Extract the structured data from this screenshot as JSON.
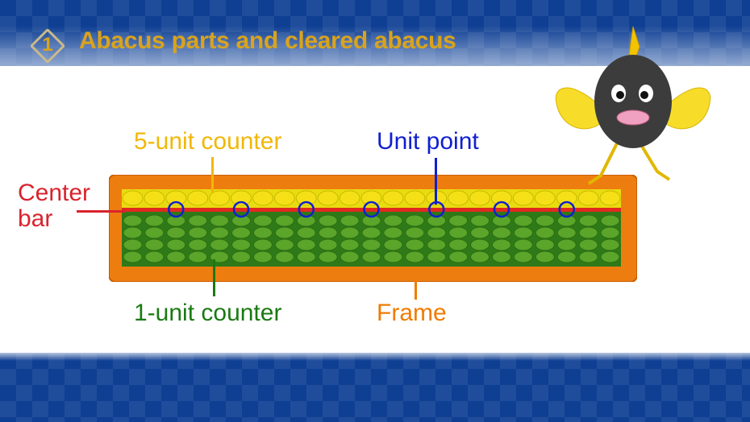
{
  "header": {
    "step_number": "1",
    "title": "Abacus parts and cleared abacus"
  },
  "labels": {
    "five_unit": "5-unit counter",
    "unit_point": "Unit point",
    "center_bar": [
      "Center",
      "bar"
    ],
    "one_unit": "1-unit counter",
    "frame": "Frame"
  },
  "colors": {
    "five_unit": "#f2b705",
    "unit_point": "#1020d0",
    "center_bar": "#d9232d",
    "one_unit": "#1a7a12",
    "frame": "#f07a00",
    "title": "#d9a31c"
  },
  "abacus": {
    "rods": 23,
    "unit_point_rods": [
      3,
      6,
      9,
      12,
      15,
      18,
      21
    ]
  }
}
